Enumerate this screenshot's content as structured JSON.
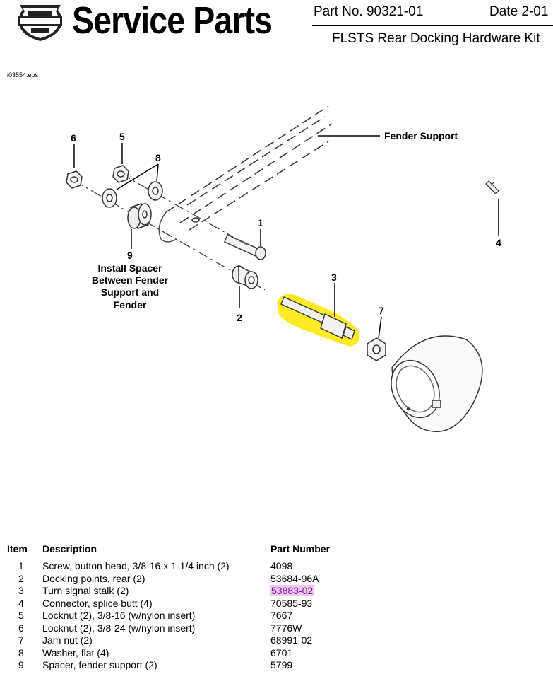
{
  "header": {
    "logo_name": "motorcycle-brand-shield-logo",
    "title": "Service Parts",
    "part_no": "Part No. 90321-01",
    "date": "Date 2-01",
    "subtitle": "FLSTS Rear Docking Hardware Kit"
  },
  "file_name": "i03554.eps",
  "diagram": {
    "fender_support_label": "Fender Support",
    "install_note": [
      "Install Spacer",
      "Between Fender",
      "Support and",
      "Fender"
    ],
    "callouts": {
      "c1": "1",
      "c2": "2",
      "c3": "3",
      "c4": "4",
      "c5": "5",
      "c6": "6",
      "c7": "7",
      "c8": "8",
      "c9": "9"
    },
    "highlight_color": "#ffe600"
  },
  "table": {
    "headers": {
      "item": "Item",
      "description": "Description",
      "part_number": "Part Number"
    },
    "rows": [
      {
        "item": "1",
        "description": "Screw, button head, 3/8-16 x 1-1/4 inch (2)",
        "part_number": "4098"
      },
      {
        "item": "2",
        "description": "Docking points, rear (2)",
        "part_number": "53684-96A"
      },
      {
        "item": "3",
        "description": "Turn signal stalk (2)",
        "part_number": "53883-02"
      },
      {
        "item": "4",
        "description": "Connector, splice butt (4)",
        "part_number": "70585-93"
      },
      {
        "item": "5",
        "description": "Locknut (2), 3/8-16 (w/nylon insert)",
        "part_number": "7667"
      },
      {
        "item": "6",
        "description": "Locknut (2), 3/8-24 (w/nylon insert)",
        "part_number": "7776W"
      },
      {
        "item": "7",
        "description": "Jam nut (2)",
        "part_number": "68991-02"
      },
      {
        "item": "8",
        "description": "Washer, flat (4)",
        "part_number": "6701"
      },
      {
        "item": "9",
        "description": "Spacer, fender support (2)",
        "part_number": "5799"
      }
    ]
  }
}
